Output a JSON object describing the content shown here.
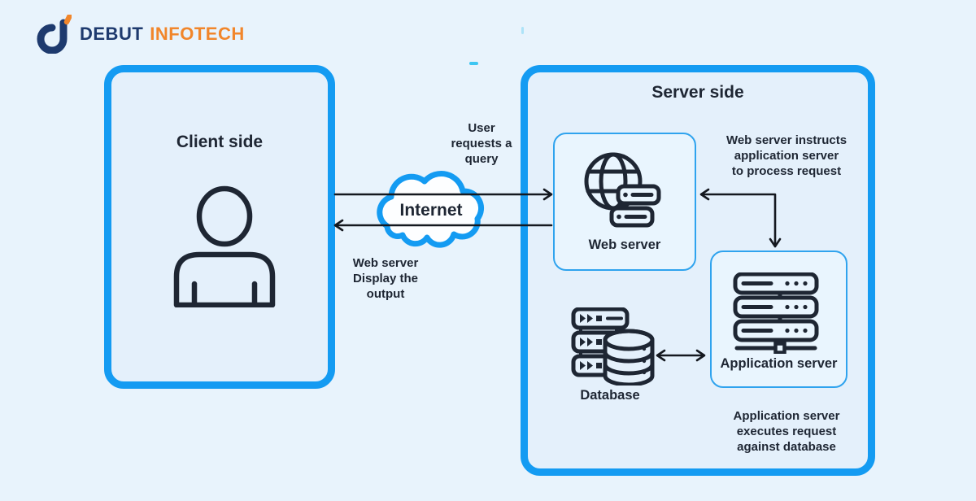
{
  "colors": {
    "accent": "#149BF2",
    "inner-border": "#2FA3EE",
    "bg": "#E8F3FC",
    "panel": "#E4F0FB",
    "inner-panel": "#E9F5FE",
    "ink": "#1E2633",
    "arrow": "#14181F",
    "navy": "#1E3A6E",
    "orange": "#F1862B",
    "cloud-fill": "#FDFEFF",
    "sparkle": "#3EC6F2"
  },
  "logo": {
    "brand_primary": "DEBUT",
    "brand_secondary": "INFOTECH"
  },
  "client": {
    "title": "Client side"
  },
  "internet": {
    "label": "Internet"
  },
  "server": {
    "title": "Server side",
    "web_server_label": "Web server",
    "application_server_label": "Application server",
    "database_label": "Database"
  },
  "annotations": {
    "user_request": {
      "lines": [
        "User",
        "requests a",
        "query"
      ]
    },
    "web_display": {
      "lines": [
        "Web server",
        "Display the",
        "output"
      ]
    },
    "ws_instructs": {
      "lines": [
        "Web server instructs",
        "application server",
        "to process request"
      ]
    },
    "app_executes": {
      "lines": [
        "Application server",
        "executes request",
        "against database"
      ]
    }
  }
}
